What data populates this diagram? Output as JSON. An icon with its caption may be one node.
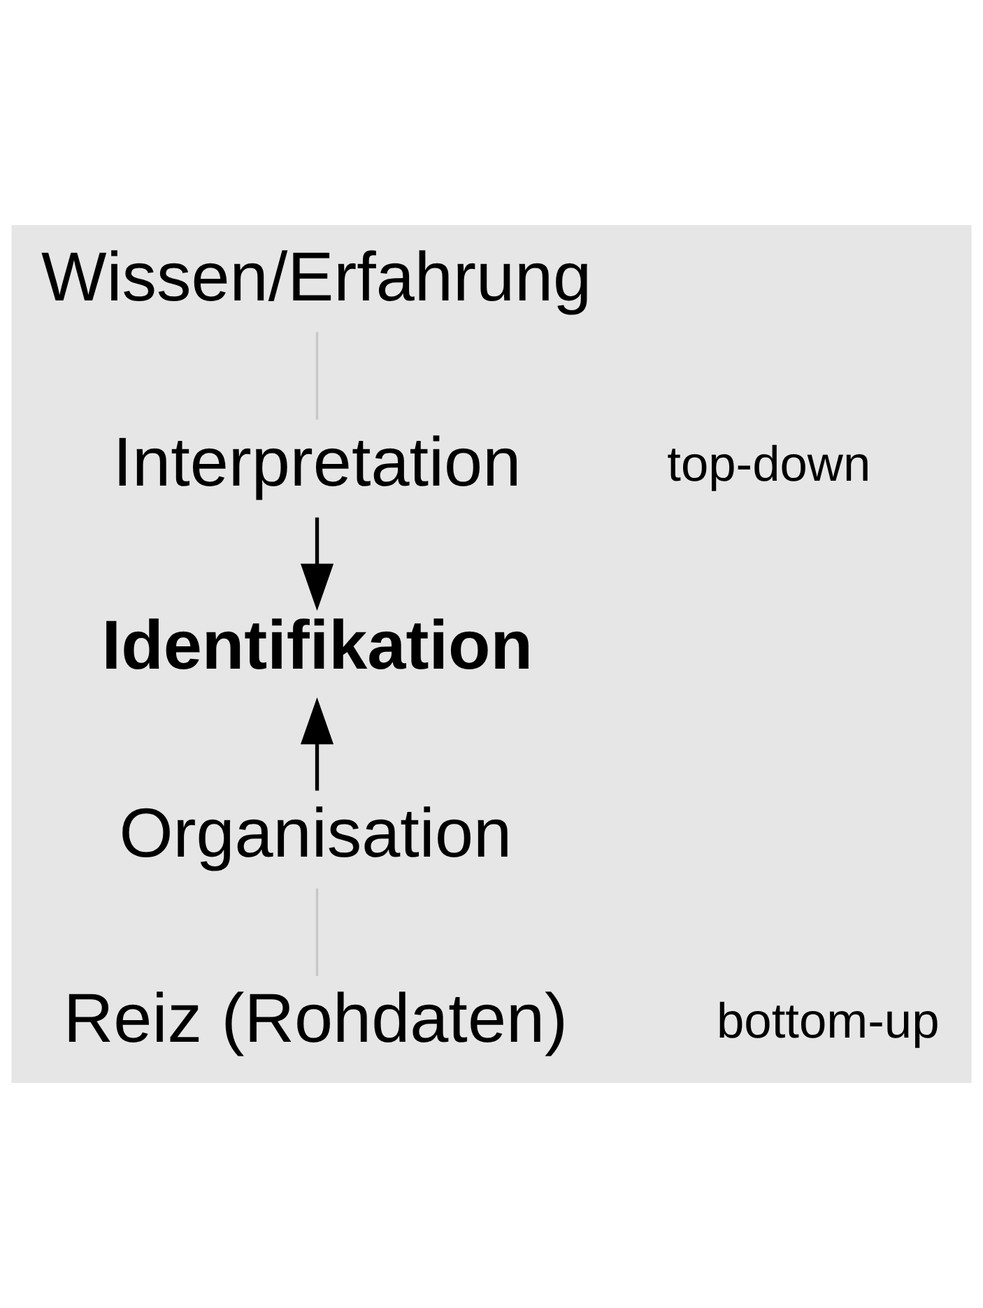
{
  "diagram": {
    "nodes": [
      {
        "text": [
          "Wissen/Erfahrung"
        ]
      },
      {
        "text": [
          "Interpretation"
        ]
      },
      {
        "text": [
          "Identifikation"
        ]
      },
      {
        "text": [
          "Organisation"
        ]
      },
      {
        "text": [
          "Reiz (Rohdaten)"
        ]
      }
    ],
    "edges": [
      {
        "from": 0,
        "to": 1,
        "arrow": "none",
        "color": "#c8c8c8"
      },
      {
        "from": 1,
        "to": 2,
        "arrow": "to",
        "color": "#000000"
      },
      {
        "from": 4,
        "to": 3,
        "arrow": "none",
        "color": "#c8c8c8"
      },
      {
        "from": 3,
        "to": 2,
        "arrow": "to",
        "color": "#000000"
      }
    ],
    "labels": [
      "top-down",
      "bottom-up"
    ]
  }
}
